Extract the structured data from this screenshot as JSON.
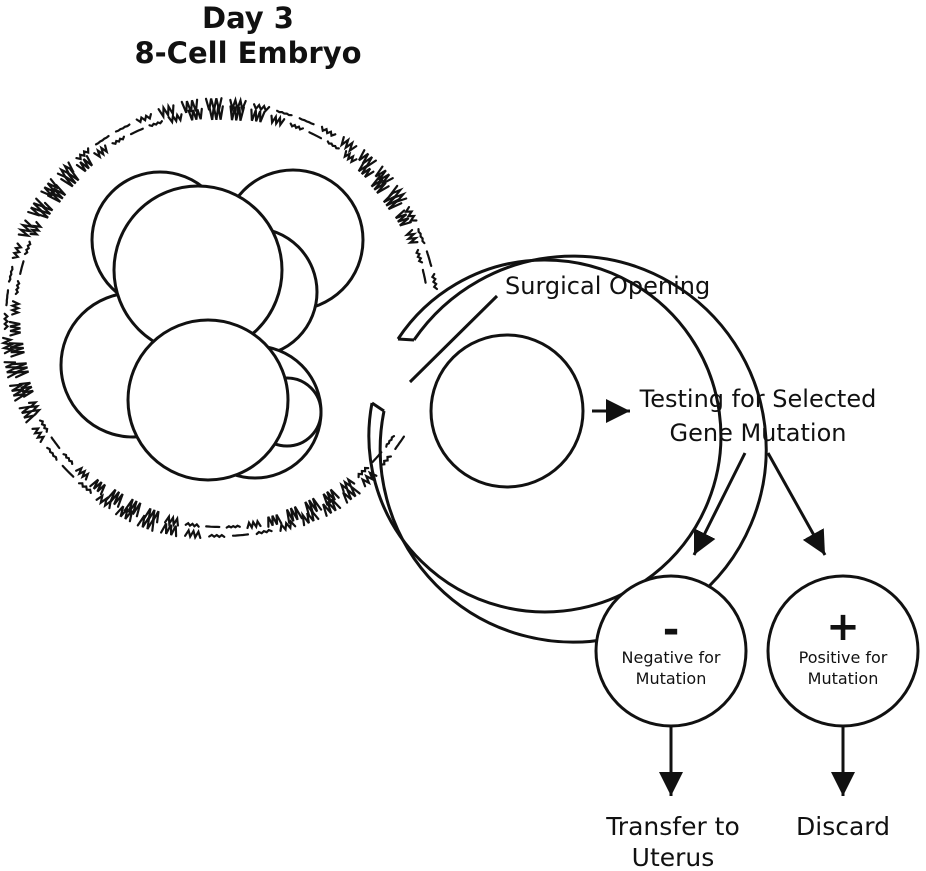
{
  "title": {
    "line1": "Day 3",
    "line2": "8-Cell Embryo"
  },
  "labels": {
    "surgical_opening": "Surgical Opening",
    "testing_line1": "Testing for Selected",
    "testing_line2": "Gene Mutation"
  },
  "negative": {
    "sign": "-",
    "line1": "Negative for",
    "line2": "Mutation",
    "outcome_line1": "Transfer to",
    "outcome_line2": "Uterus"
  },
  "positive": {
    "sign": "+",
    "line1": "Positive for",
    "line2": "Mutation",
    "outcome_line1": "Discard"
  },
  "colors": {
    "ink": "#111111",
    "background": "#ffffff"
  }
}
